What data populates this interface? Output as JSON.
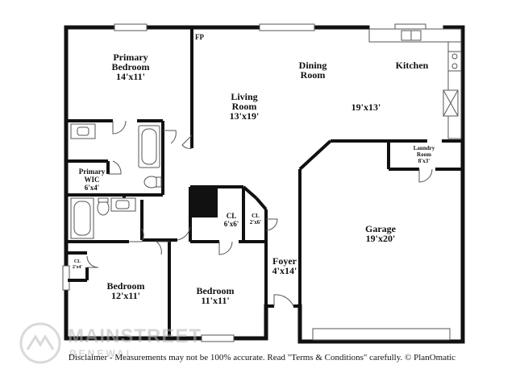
{
  "rooms": {
    "primary_bedroom": {
      "name1": "Primary",
      "name2": "Bedroom",
      "dim": "14'x11'"
    },
    "fireplace": {
      "label": "FP"
    },
    "dining_room": {
      "name1": "Dining",
      "name2": "Room"
    },
    "kitchen": {
      "name": "Kitchen"
    },
    "living_room": {
      "name1": "Living",
      "name2": "Room",
      "dim": "13'x19'"
    },
    "kitchen_dining_dim": "19'x13'",
    "laundry_room": {
      "name1": "Laundry",
      "name2": "Room",
      "dim": "8'x3'"
    },
    "primary_wic": {
      "name1": "Primary",
      "name2": "WIC",
      "dim": "6'x4'"
    },
    "closet_1": {
      "name": "CL",
      "dim": "6'x6'"
    },
    "closet_2": {
      "name": "CL",
      "dim": "2'x6'"
    },
    "closet_3": {
      "name": "CL",
      "dim": "2'x4'"
    },
    "garage": {
      "name": "Garage",
      "dim": "19'x20'"
    },
    "foyer": {
      "name": "Foyer",
      "dim": "4'x14'"
    },
    "bedroom_1": {
      "name": "Bedroom",
      "dim": "12'x11'"
    },
    "bedroom_2": {
      "name": "Bedroom",
      "dim": "11'x11'"
    }
  },
  "disclaimer": "Disclaimer - Measurements may not be 100% accurate. Read \"Terms & Conditions\" carefully. © PlanOmatic",
  "watermark": {
    "line1": "MAINSTREET",
    "line2": "RENEWAL"
  },
  "colors": {
    "wall": "#111111",
    "background": "#ffffff",
    "fixture": "#555555"
  }
}
